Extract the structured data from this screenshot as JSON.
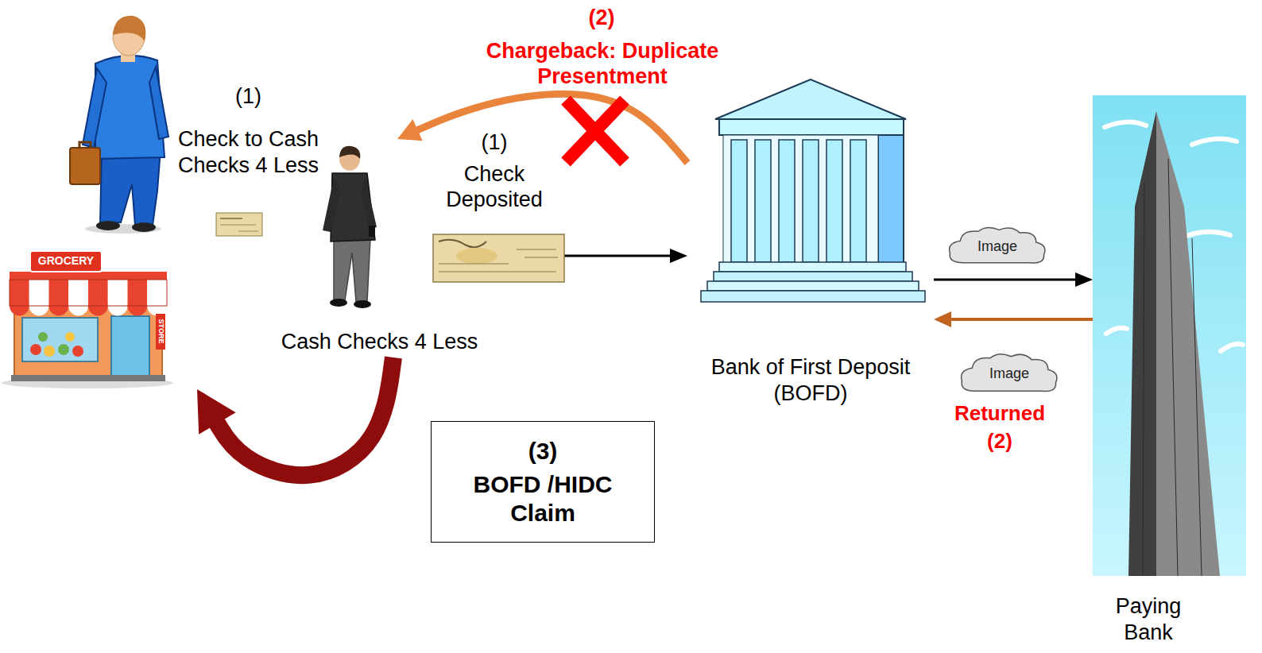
{
  "diagram": {
    "nodes": [
      {
        "text": [
          "(1)",
          "Check to Cash Checks 4 Less"
        ]
      },
      {
        "text": [
          "Cash Checks 4 Less"
        ]
      },
      {
        "text": [
          "(3)",
          "BOFD /HIDC Claim"
        ]
      },
      {
        "text": [
          "Bank of First Deposit (BOFD)"
        ]
      },
      {
        "text": [
          "Image"
        ]
      },
      {
        "text": [
          "Image"
        ]
      },
      {
        "text": [
          "Paying Bank"
        ]
      }
    ],
    "edges": [
      {
        "from": 1,
        "to": 3,
        "arrow": "to"
      },
      {
        "from": 3,
        "to": 6,
        "arrow": "to"
      },
      {
        "from": 6,
        "to": 3,
        "arrow": "to"
      },
      {
        "from": 3,
        "to": 1,
        "label": "Chargeback: Duplicate Presentment",
        "arrow": "to"
      },
      {
        "from": 1,
        "to": 0,
        "arrow": "to"
      }
    ],
    "labels": [
      "(2)",
      "(1)",
      "Check Deposited",
      "GROCERY",
      "STORE",
      "Returned",
      "(2)"
    ]
  }
}
